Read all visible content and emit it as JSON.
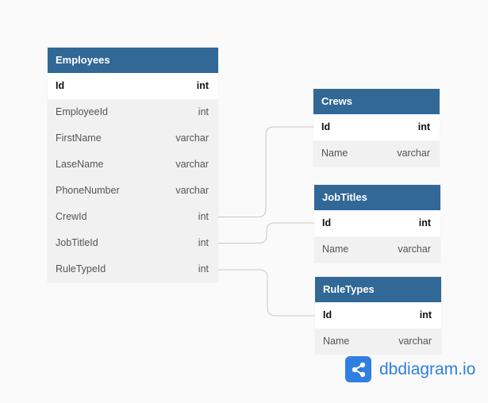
{
  "tables": {
    "employees": {
      "name": "Employees",
      "columns": [
        {
          "name": "Id",
          "type": "int",
          "pk": true
        },
        {
          "name": "EmployeeId",
          "type": "int"
        },
        {
          "name": "FirstName",
          "type": "varchar"
        },
        {
          "name": "LaseName",
          "type": "varchar"
        },
        {
          "name": "PhoneNumber",
          "type": "varchar"
        },
        {
          "name": "CrewId",
          "type": "int"
        },
        {
          "name": "JobTitleId",
          "type": "int"
        },
        {
          "name": "RuleTypeId",
          "type": "int"
        }
      ]
    },
    "crews": {
      "name": "Crews",
      "columns": [
        {
          "name": "Id",
          "type": "int",
          "pk": true
        },
        {
          "name": "Name",
          "type": "varchar"
        }
      ]
    },
    "jobtitles": {
      "name": "JobTitles",
      "columns": [
        {
          "name": "Id",
          "type": "int",
          "pk": true
        },
        {
          "name": "Name",
          "type": "varchar"
        }
      ]
    },
    "ruletypes": {
      "name": "RuleTypes",
      "columns": [
        {
          "name": "Id",
          "type": "int",
          "pk": true
        },
        {
          "name": "Name",
          "type": "varchar"
        }
      ]
    }
  },
  "relationships": [
    {
      "from": "Employees.CrewId",
      "to": "Crews.Id"
    },
    {
      "from": "Employees.JobTitleId",
      "to": "JobTitles.Id"
    },
    {
      "from": "Employees.RuleTypeId",
      "to": "RuleTypes.Id"
    }
  ],
  "colors": {
    "header": "#316896",
    "connector": "#c8c8c8",
    "brand": "#2f7fe0",
    "background": "#fafafa"
  },
  "logo": {
    "icon": "share-nodes-icon",
    "text": "dbdiagram.io"
  }
}
